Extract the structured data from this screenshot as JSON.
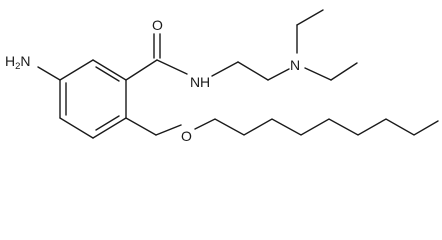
{
  "molecule": {
    "atoms": {
      "carbonyl_oxygen": "O",
      "amide_nitrogen": "N",
      "amide_hydrogen": "H",
      "amine_nitrogen": "N",
      "ether_oxygen": "O",
      "amino_group": {
        "symbol": "H",
        "subscript": "2",
        "suffix": "N"
      }
    }
  }
}
